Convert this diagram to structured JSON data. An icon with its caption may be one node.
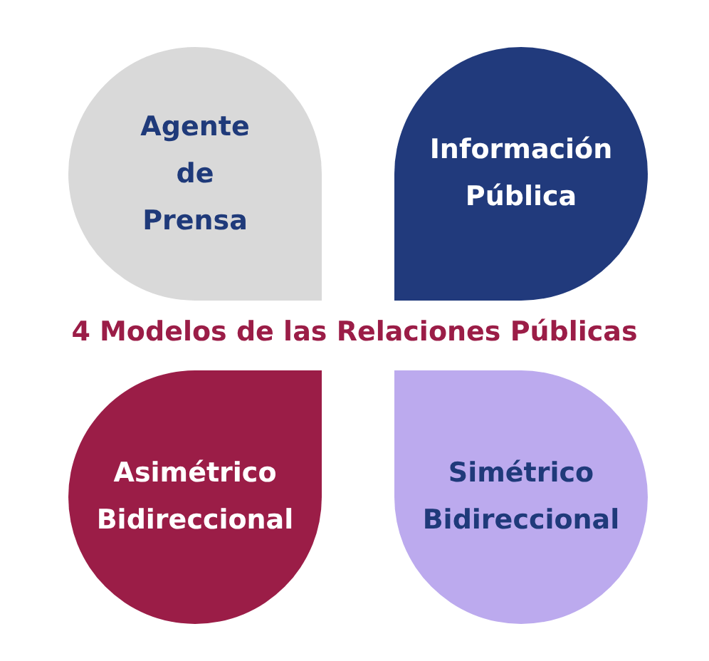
{
  "diagram": {
    "title": "4 Modelos de las Relaciones Públicas",
    "nodes": [
      {
        "text": [
          "Agente de Prensa"
        ]
      },
      {
        "text": [
          "Información Pública"
        ]
      },
      {
        "text": [
          "Asimétrico Bidireccional"
        ]
      },
      {
        "text": [
          "Simétrico Bidireccional"
        ]
      }
    ]
  }
}
